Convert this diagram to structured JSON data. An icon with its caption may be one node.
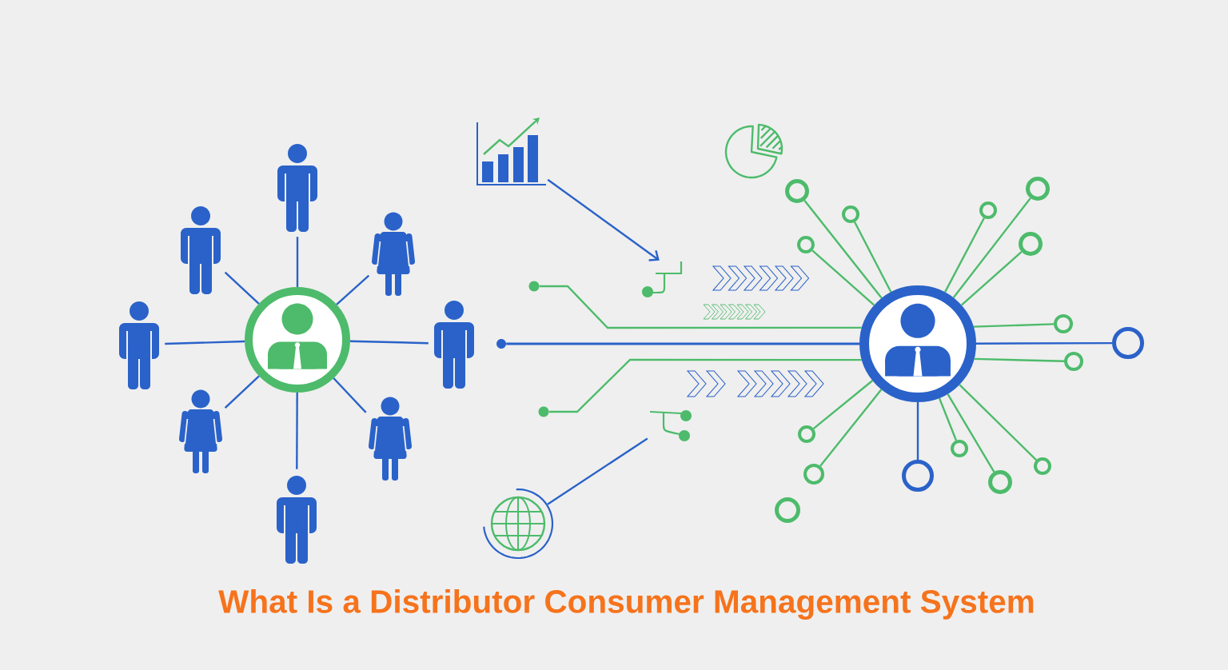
{
  "diagram": {
    "title": "What Is a Distributor Consumer Management System",
    "nodes": [
      {
        "text": [],
        "shape": "circle"
      },
      {
        "text": [],
        "shape": "person"
      },
      {
        "text": [],
        "shape": "person"
      },
      {
        "text": [],
        "shape": "person"
      },
      {
        "text": [],
        "shape": "person"
      },
      {
        "text": [],
        "shape": "person"
      },
      {
        "text": [],
        "shape": "person"
      },
      {
        "text": [],
        "shape": "person"
      },
      {
        "text": [],
        "shape": "person"
      },
      {
        "text": [],
        "shape": "picture"
      },
      {
        "text": [],
        "shape": "picture"
      },
      {
        "text": [],
        "shape": "circle"
      },
      {
        "text": [],
        "shape": "circle"
      },
      {
        "text": [],
        "shape": "circle"
      },
      {
        "text": [],
        "shape": "picture"
      },
      {
        "text": [],
        "shape": "picture"
      },
      {
        "text": [],
        "shape": "circle"
      },
      {
        "text": [],
        "shape": "circle"
      },
      {
        "text": [],
        "shape": "circle"
      },
      {
        "text": [],
        "shape": "circle"
      },
      {
        "text": [],
        "shape": "circle"
      },
      {
        "text": [],
        "shape": "circle"
      },
      {
        "text": [],
        "shape": "circle"
      },
      {
        "text": [],
        "shape": "circle"
      },
      {
        "text": [],
        "shape": "circle"
      },
      {
        "text": [],
        "shape": "circle"
      },
      {
        "text": [],
        "shape": "circle"
      },
      {
        "text": [],
        "shape": "circle"
      },
      {
        "text": [],
        "shape": "circle"
      },
      {
        "text": [],
        "shape": "circle"
      },
      {
        "text": [],
        "shape": "circle"
      },
      {
        "text": [],
        "shape": "circle"
      },
      {
        "text": [],
        "shape": "circle"
      }
    ],
    "edges": [
      {
        "from": 0,
        "to": 1,
        "arrow": "none",
        "color": "#2a62c9"
      },
      {
        "from": 0,
        "to": 2,
        "arrow": "none",
        "color": "#2a62c9"
      },
      {
        "from": 0,
        "to": 3,
        "arrow": "none",
        "color": "#2a62c9"
      },
      {
        "from": 0,
        "to": 4,
        "arrow": "none",
        "color": "#2a62c9"
      },
      {
        "from": 0,
        "to": 5,
        "arrow": "none",
        "color": "#2a62c9"
      },
      {
        "from": 0,
        "to": 6,
        "arrow": "none",
        "color": "#2a62c9"
      },
      {
        "from": 0,
        "to": 7,
        "arrow": "none",
        "color": "#2a62c9"
      },
      {
        "from": 0,
        "to": 8,
        "arrow": "none",
        "color": "#2a62c9"
      },
      {
        "from": 9,
        "to": 10,
        "arrow": "to",
        "color": "#2a62c9"
      },
      {
        "from": 11,
        "to": 16,
        "arrow": "none"
      },
      {
        "from": 12,
        "to": 16,
        "arrow": "none",
        "color": "#2a62c9"
      },
      {
        "from": 13,
        "to": 16,
        "arrow": "none"
      },
      {
        "from": 15,
        "to": 14,
        "arrow": "none",
        "color": "#2a62c9"
      },
      {
        "from": 16,
        "to": 17,
        "arrow": "none"
      },
      {
        "from": 16,
        "to": 18,
        "arrow": "none"
      },
      {
        "from": 16,
        "to": 19,
        "arrow": "none"
      },
      {
        "from": 16,
        "to": 20,
        "arrow": "none"
      },
      {
        "from": 16,
        "to": 21,
        "arrow": "none"
      },
      {
        "from": 16,
        "to": 22,
        "arrow": "none"
      },
      {
        "from": 16,
        "to": 23,
        "arrow": "none"
      },
      {
        "from": 16,
        "to": 24,
        "arrow": "none",
        "color": "#2a62c9"
      },
      {
        "from": 16,
        "to": 25,
        "arrow": "none"
      },
      {
        "from": 16,
        "to": 26,
        "arrow": "none"
      },
      {
        "from": 16,
        "to": 27,
        "arrow": "none"
      },
      {
        "from": 16,
        "to": 29,
        "arrow": "none",
        "color": "#2a62c9"
      },
      {
        "from": 16,
        "to": 30,
        "arrow": "none"
      },
      {
        "from": 16,
        "to": 31,
        "arrow": "none"
      },
      {
        "from": 16,
        "to": 32,
        "arrow": "none"
      }
    ]
  }
}
